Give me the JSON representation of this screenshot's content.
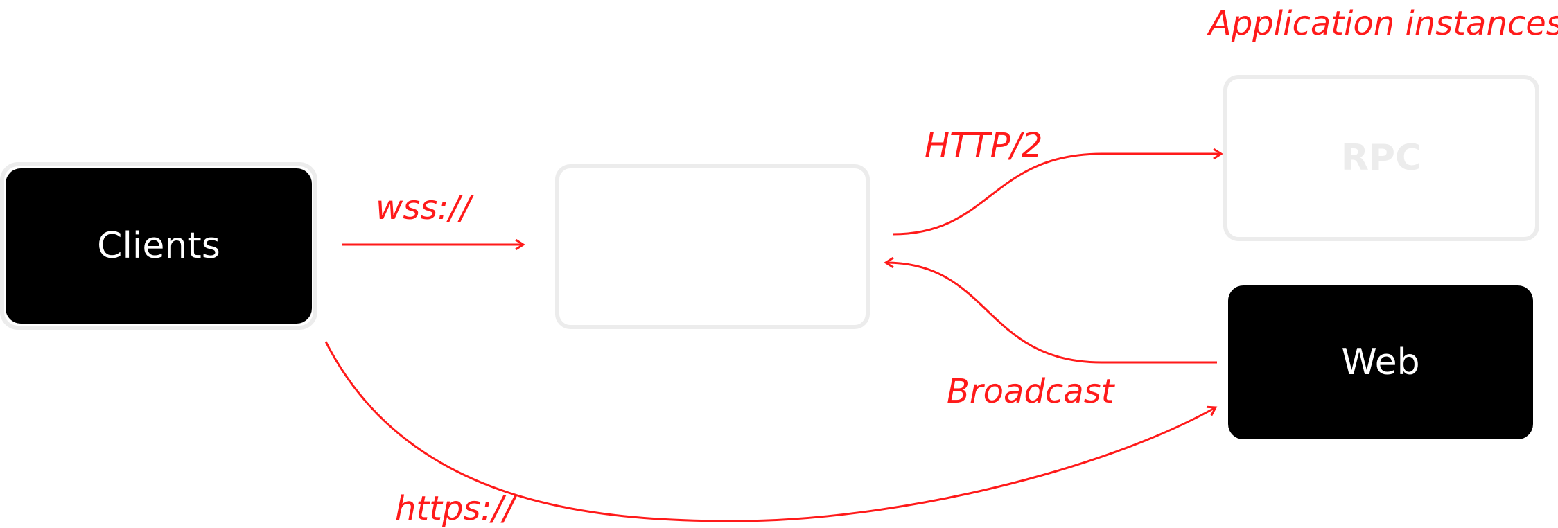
{
  "title": "Application instances",
  "nodes": {
    "clients": "Clients",
    "server": "",
    "rpc": "RPC",
    "web": "Web"
  },
  "edges": {
    "clients_to_server": "wss://",
    "server_to_rpc": "HTTP/2",
    "web_to_server": "Broadcast",
    "clients_to_web": "https://"
  },
  "colors": {
    "accent": "#ff1a1a",
    "node_dark": "#000000",
    "node_ghost_border": "#ececec",
    "node_text_light": "#ffffff"
  }
}
